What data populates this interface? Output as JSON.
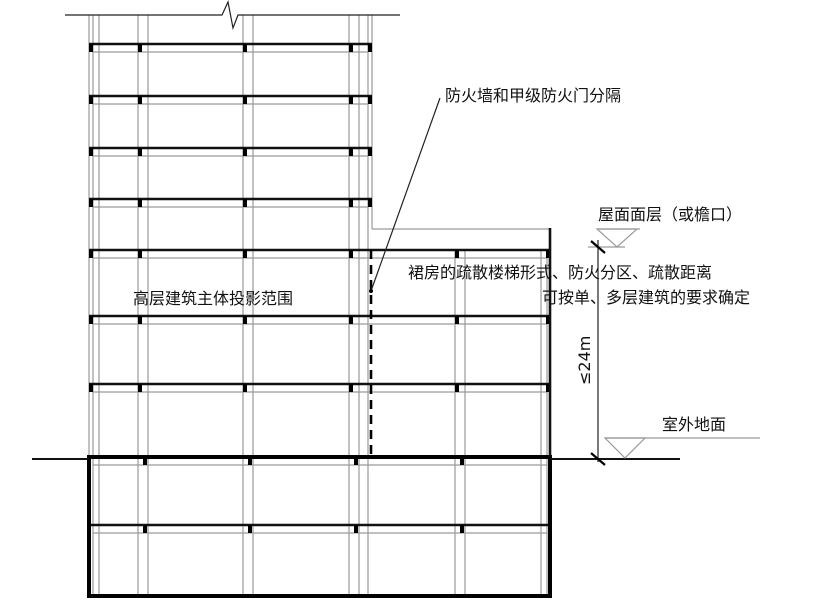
{
  "labels": {
    "firewall": "防火墙和甲级防火门分隔",
    "tower_projection": "高层建筑主体投影范围",
    "podium_line1": "裙房的疏散楼梯形式、防火分区、疏散距离",
    "podium_line2": "可按单、多层建筑的要求确定",
    "roof_level": "屋面面层（或檐口）",
    "ground_level": "室外地面",
    "height_limit": "≤24m"
  }
}
